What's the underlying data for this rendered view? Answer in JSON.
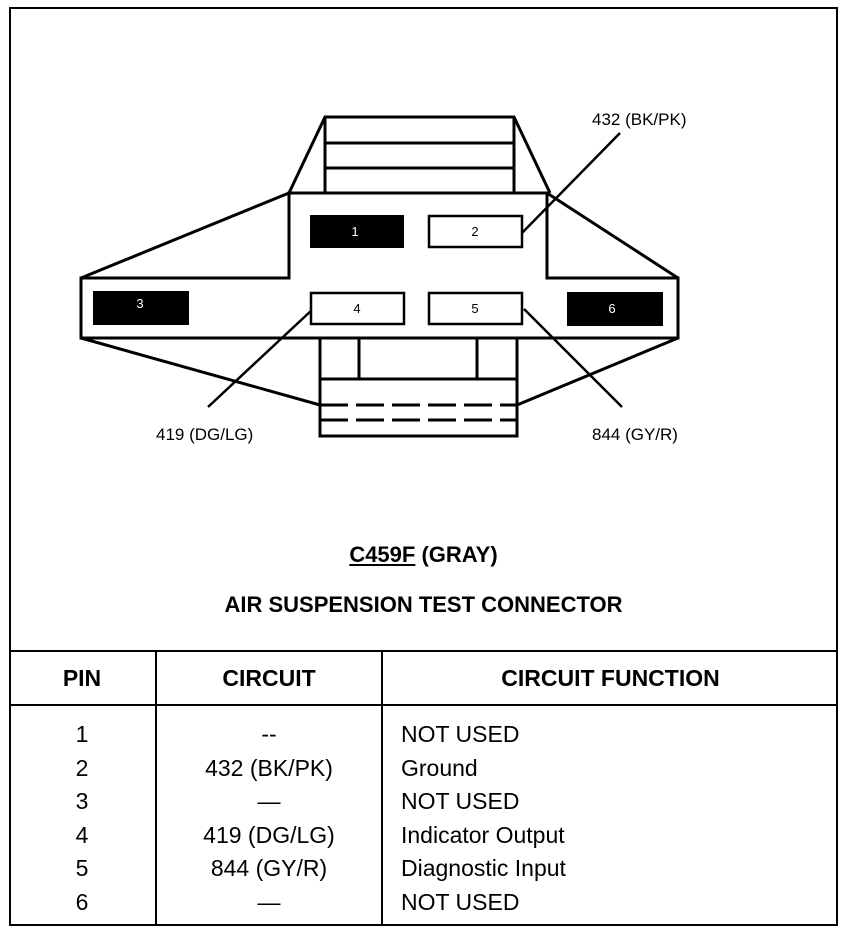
{
  "callouts": {
    "top_right": "432 (BK/PK)",
    "bottom_left": "419 (DG/LG)",
    "bottom_right": "844 (GY/R)"
  },
  "connector": {
    "id": "C459F",
    "color_label": "(GRAY)",
    "name": "AIR SUSPENSION TEST CONNECTOR",
    "pin_labels": [
      "1",
      "2",
      "3",
      "4",
      "5",
      "6"
    ]
  },
  "table": {
    "headers": [
      "PIN",
      "CIRCUIT",
      "CIRCUIT FUNCTION"
    ],
    "rows": [
      {
        "pin": "1",
        "circuit": "--",
        "function": "NOT USED"
      },
      {
        "pin": "2",
        "circuit": "432 (BK/PK)",
        "function": "Ground"
      },
      {
        "pin": "3",
        "circuit": "—",
        "function": "NOT USED"
      },
      {
        "pin": "4",
        "circuit": "419 (DG/LG)",
        "function": "Indicator Output"
      },
      {
        "pin": "5",
        "circuit": "844 (GY/R)",
        "function": "Diagnostic Input"
      },
      {
        "pin": "6",
        "circuit": "—",
        "function": "NOT USED"
      }
    ]
  }
}
